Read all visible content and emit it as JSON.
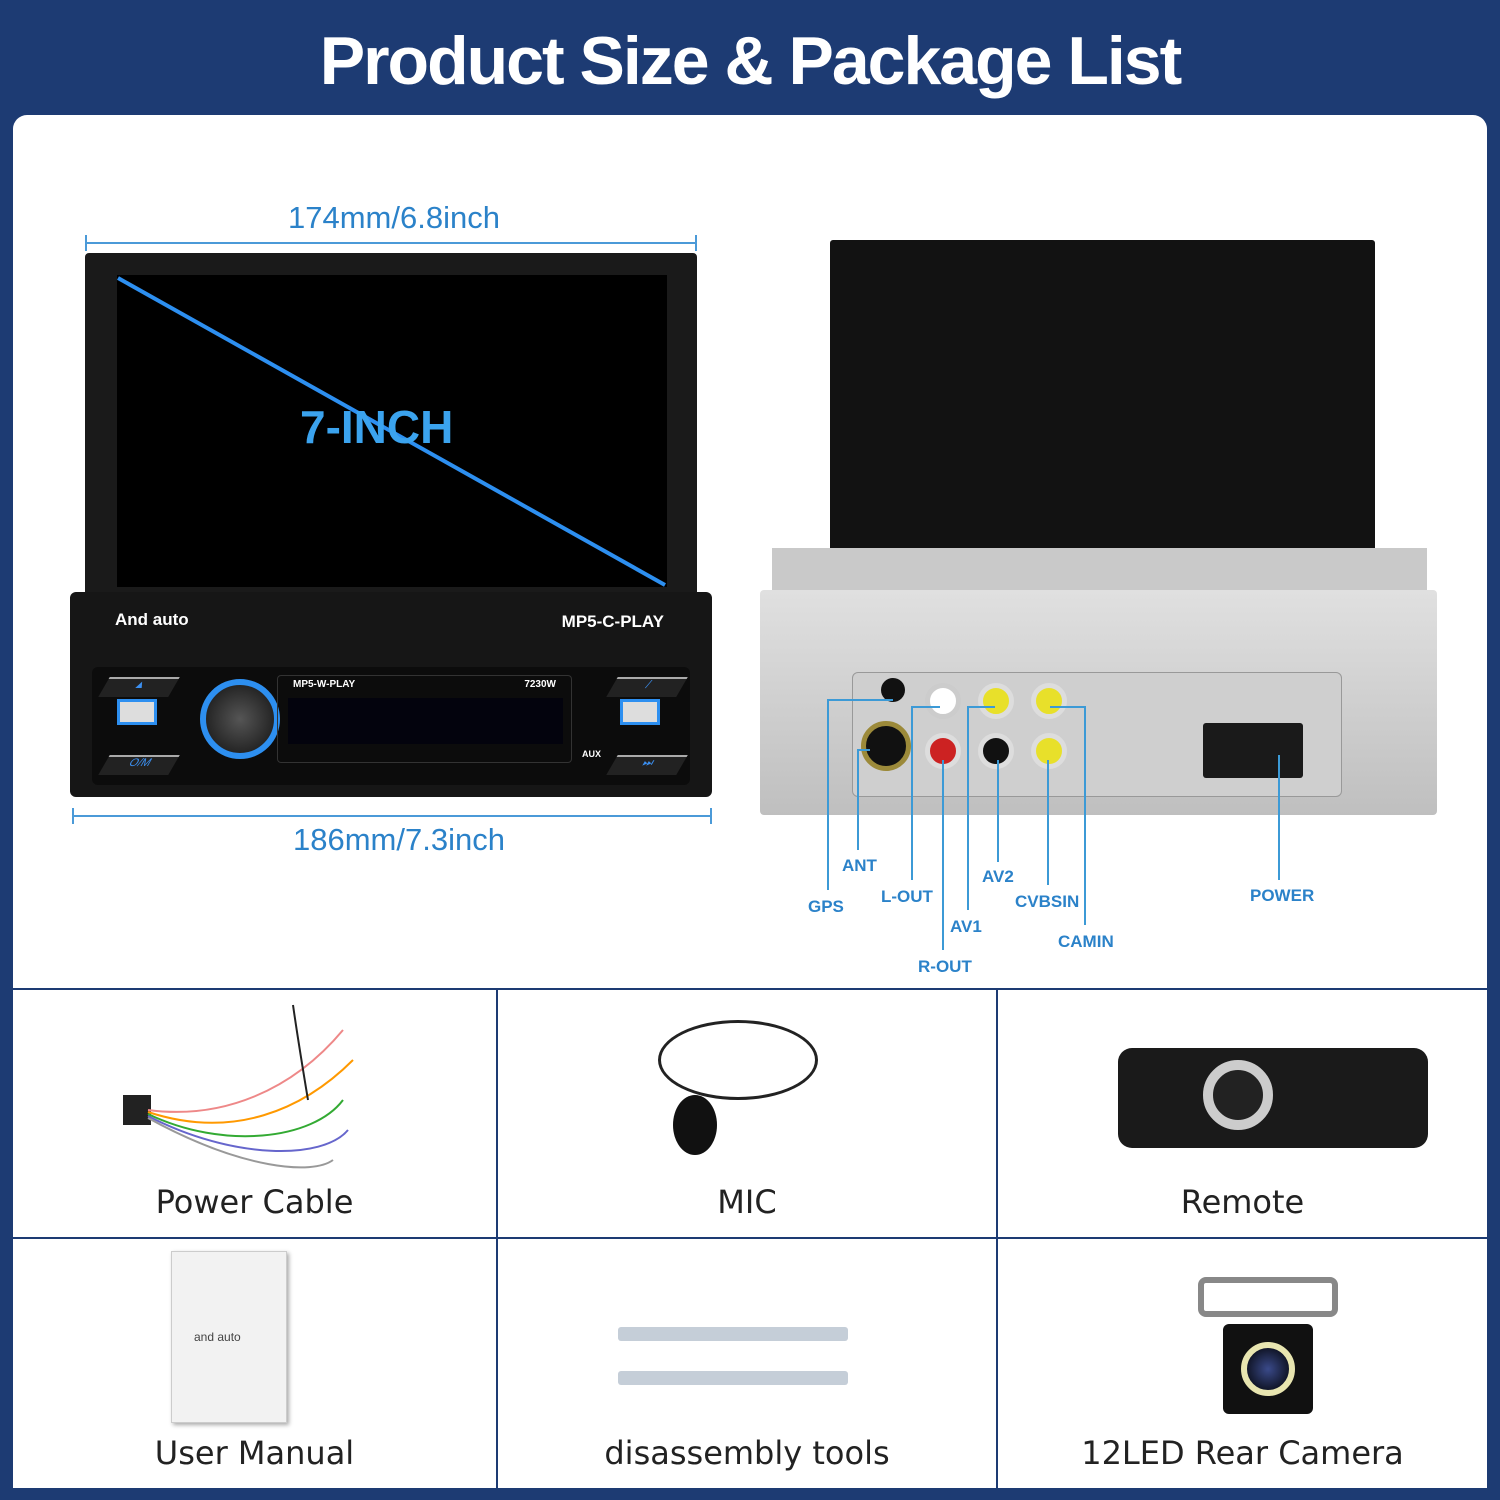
{
  "title": "Product Size & Package List",
  "front": {
    "width_top": "174mm/6.8inch",
    "width_bottom": "186mm/7.3inch",
    "screen_size": "7-INCH",
    "brand": "And auto",
    "model": "MP5-C-PLAY",
    "lcd_model": "MP5-W-PLAY",
    "lcd_power": "7230W",
    "aux": "AUX",
    "btn_om": "O/M"
  },
  "rear": {
    "ports": {
      "gps": "GPS",
      "ant": "ANT",
      "l_out": "L-OUT",
      "r_out": "R-OUT",
      "av1": "AV1",
      "av2": "AV2",
      "cvbsin": "CVBSIN",
      "camin": "CAMIN",
      "power": "POWER"
    }
  },
  "package": [
    {
      "label": "Power Cable"
    },
    {
      "label": "MIC"
    },
    {
      "label": "Remote"
    },
    {
      "label": "User Manual",
      "cover_brand": "and auto"
    },
    {
      "label": "disassembly tools"
    },
    {
      "label": "12LED Rear Camera"
    }
  ],
  "colors": {
    "background": "#1d3b73",
    "accent": "#2b82c9",
    "glow": "#2d8ff0"
  }
}
